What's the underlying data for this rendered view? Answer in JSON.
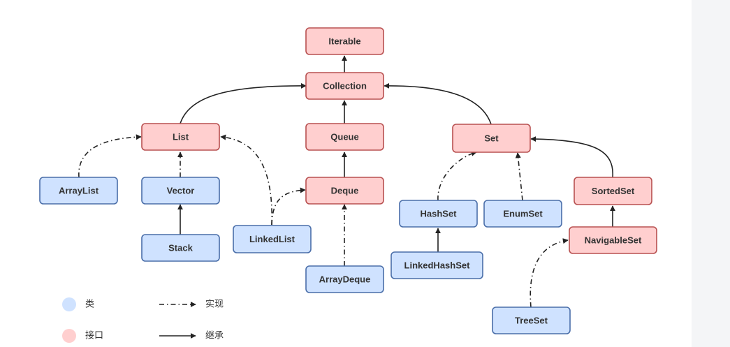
{
  "colors": {
    "class_fill": "#cfe2ff",
    "class_stroke": "#4a6ea9",
    "interface_fill": "#ffcfcf",
    "interface_stroke": "#b85050"
  },
  "nodes": {
    "iterable": "Iterable",
    "collection": "Collection",
    "list": "List",
    "queue": "Queue",
    "set": "Set",
    "arraylist": "ArrayList",
    "vector": "Vector",
    "stack": "Stack",
    "linkedlist": "LinkedList",
    "deque": "Deque",
    "arraydeque": "ArrayDeque",
    "hashset": "HashSet",
    "linkedhashset": "LinkedHashSet",
    "enumset": "EnumSet",
    "sortedset": "SortedSet",
    "navigableset": "NavigableSet",
    "treeset": "TreeSet"
  },
  "legend": {
    "class_label": "类",
    "interface_label": "接口",
    "implements_label": "实现",
    "extends_label": "继承"
  }
}
